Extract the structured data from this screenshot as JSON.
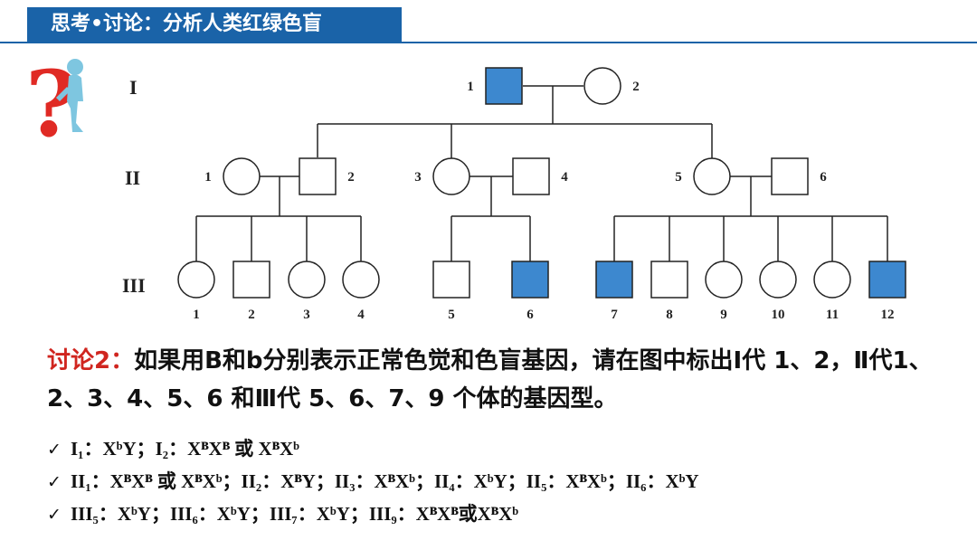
{
  "title": "思考•讨论：分析人类红绿色盲",
  "generations": [
    "I",
    "II",
    "III"
  ],
  "colors": {
    "affected": "#3d88cf",
    "title_bar": "#1a63a8",
    "discuss_tag": "#d0251f"
  },
  "pedigree": {
    "gen1": [
      {
        "label": "1",
        "sex": "male",
        "affected": true
      },
      {
        "label": "2",
        "sex": "female",
        "affected": false
      }
    ],
    "gen2": [
      {
        "label": "1",
        "sex": "female",
        "affected": false
      },
      {
        "label": "2",
        "sex": "male",
        "affected": false
      },
      {
        "label": "3",
        "sex": "female",
        "affected": false
      },
      {
        "label": "4",
        "sex": "male",
        "affected": false
      },
      {
        "label": "5",
        "sex": "female",
        "affected": false
      },
      {
        "label": "6",
        "sex": "male",
        "affected": false
      }
    ],
    "gen3": [
      {
        "label": "1",
        "sex": "female",
        "affected": false
      },
      {
        "label": "2",
        "sex": "male",
        "affected": false
      },
      {
        "label": "3",
        "sex": "female",
        "affected": false
      },
      {
        "label": "4",
        "sex": "female",
        "affected": false
      },
      {
        "label": "5",
        "sex": "male",
        "affected": false
      },
      {
        "label": "6",
        "sex": "male",
        "affected": true
      },
      {
        "label": "7",
        "sex": "male",
        "affected": true
      },
      {
        "label": "8",
        "sex": "male",
        "affected": false
      },
      {
        "label": "9",
        "sex": "female",
        "affected": false
      },
      {
        "label": "10",
        "sex": "female",
        "affected": false
      },
      {
        "label": "11",
        "sex": "female",
        "affected": false
      },
      {
        "label": "12",
        "sex": "male",
        "affected": true
      }
    ]
  },
  "discussion": {
    "tag": "讨论2：",
    "text": "如果用B和b分别表示正常色觉和色盲基因，请在图中标出Ⅰ代 1、2，Ⅱ代1、2、3、4、5、6 和Ⅲ代 5、6、7、9 个体的基因型。"
  },
  "answers": [
    {
      "check": "✓",
      "text": "I₁：XᵇY；I₂：XᴮXᴮ 或 XᴮXᵇ"
    },
    {
      "check": "✓",
      "text": "II₁：XᴮXᴮ 或 XᴮXᵇ；II₂：XᴮY；II₃：XᴮXᵇ；II₄：XᵇY；II₅：XᴮXᵇ；II₆：XᵇY"
    },
    {
      "check": "✓",
      "text": "III₅：XᵇY；III₆：XᵇY；III₇：XᵇY；III₉：XᴮXᴮ或XᴮXᵇ"
    }
  ]
}
